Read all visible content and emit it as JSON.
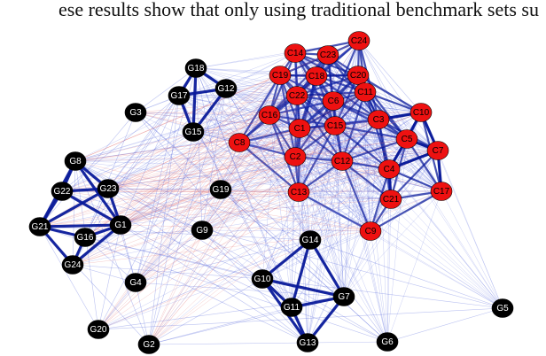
{
  "caption": "ese results show that only using traditional benchmark sets su",
  "colors": {
    "black_node": "#000000",
    "red_node": "#ee1111",
    "black_label": "#ffffff",
    "red_label": "#000000",
    "strong_edge": "#0a1a9a",
    "blue_edge": "#5566dd",
    "red_edge": "#e06060"
  },
  "nodes": [
    {
      "id": "G18",
      "group": "G"
    },
    {
      "id": "G12",
      "group": "G"
    },
    {
      "id": "G17",
      "group": "G"
    },
    {
      "id": "G3",
      "group": "G"
    },
    {
      "id": "G15",
      "group": "G"
    },
    {
      "id": "G8",
      "group": "G"
    },
    {
      "id": "G22",
      "group": "G"
    },
    {
      "id": "G23",
      "group": "G"
    },
    {
      "id": "G19",
      "group": "G"
    },
    {
      "id": "G21",
      "group": "G"
    },
    {
      "id": "G16",
      "group": "G"
    },
    {
      "id": "G1",
      "group": "G"
    },
    {
      "id": "G9",
      "group": "G"
    },
    {
      "id": "G24",
      "group": "G"
    },
    {
      "id": "G4",
      "group": "G"
    },
    {
      "id": "G14",
      "group": "G"
    },
    {
      "id": "G10",
      "group": "G"
    },
    {
      "id": "G7",
      "group": "G"
    },
    {
      "id": "G11",
      "group": "G"
    },
    {
      "id": "G20",
      "group": "G"
    },
    {
      "id": "G2",
      "group": "G"
    },
    {
      "id": "G13",
      "group": "G"
    },
    {
      "id": "G6",
      "group": "G"
    },
    {
      "id": "G5",
      "group": "G"
    },
    {
      "id": "C14",
      "group": "C"
    },
    {
      "id": "C23",
      "group": "C"
    },
    {
      "id": "C24",
      "group": "C"
    },
    {
      "id": "C19",
      "group": "C"
    },
    {
      "id": "C18",
      "group": "C"
    },
    {
      "id": "C20",
      "group": "C"
    },
    {
      "id": "C22",
      "group": "C"
    },
    {
      "id": "C6",
      "group": "C"
    },
    {
      "id": "C11",
      "group": "C"
    },
    {
      "id": "C16",
      "group": "C"
    },
    {
      "id": "C1",
      "group": "C"
    },
    {
      "id": "C15",
      "group": "C"
    },
    {
      "id": "C3",
      "group": "C"
    },
    {
      "id": "C10",
      "group": "C"
    },
    {
      "id": "C8",
      "group": "C"
    },
    {
      "id": "C5",
      "group": "C"
    },
    {
      "id": "C7",
      "group": "C"
    },
    {
      "id": "C2",
      "group": "C"
    },
    {
      "id": "C12",
      "group": "C"
    },
    {
      "id": "C4",
      "group": "C"
    },
    {
      "id": "C13",
      "group": "C"
    },
    {
      "id": "C21",
      "group": "C"
    },
    {
      "id": "C17",
      "group": "C"
    },
    {
      "id": "C9",
      "group": "C"
    }
  ],
  "strong_edges": [
    [
      "G18",
      "G12"
    ],
    [
      "G18",
      "G17"
    ],
    [
      "G18",
      "G15"
    ],
    [
      "G17",
      "G15"
    ],
    [
      "G12",
      "G15"
    ],
    [
      "G17",
      "G12"
    ],
    [
      "G8",
      "G22"
    ],
    [
      "G8",
      "G23"
    ],
    [
      "G8",
      "G1"
    ],
    [
      "G22",
      "G23"
    ],
    [
      "G22",
      "G21"
    ],
    [
      "G22",
      "G1"
    ],
    [
      "G23",
      "G1"
    ],
    [
      "G21",
      "G16"
    ],
    [
      "G21",
      "G24"
    ],
    [
      "G21",
      "G1"
    ],
    [
      "G16",
      "G1"
    ],
    [
      "G24",
      "G1"
    ],
    [
      "G24",
      "G16"
    ],
    [
      "G23",
      "G21"
    ],
    [
      "G8",
      "G21"
    ],
    [
      "G14",
      "G10"
    ],
    [
      "G14",
      "G11"
    ],
    [
      "G14",
      "G7"
    ],
    [
      "G10",
      "G11"
    ],
    [
      "G10",
      "G7"
    ],
    [
      "G11",
      "G7"
    ],
    [
      "G10",
      "G13"
    ],
    [
      "G11",
      "G13"
    ],
    [
      "G7",
      "G13"
    ],
    [
      "C10",
      "C5"
    ],
    [
      "C10",
      "C7"
    ],
    [
      "C5",
      "C7"
    ],
    [
      "C5",
      "C4"
    ],
    [
      "C7",
      "C4"
    ],
    [
      "C4",
      "C21"
    ],
    [
      "C7",
      "C17"
    ],
    [
      "C10",
      "C3"
    ]
  ]
}
